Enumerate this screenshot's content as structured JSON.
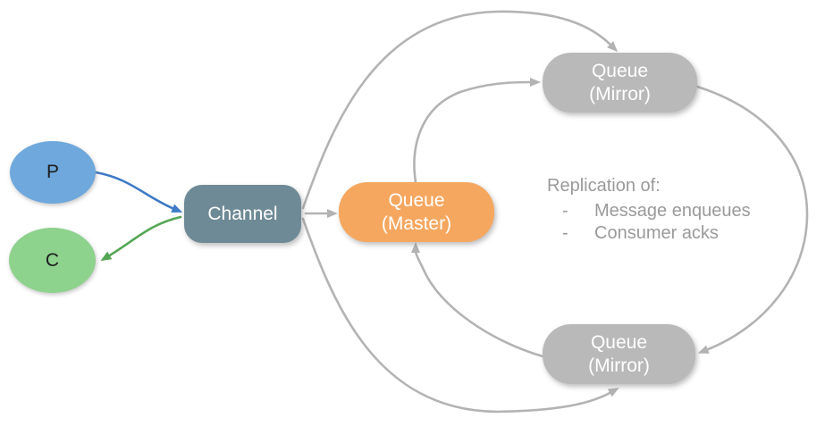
{
  "diagram": {
    "nodes": {
      "producer": {
        "label": "P"
      },
      "consumer": {
        "label": "C"
      },
      "channel": {
        "label": "Channel"
      },
      "queue_master": {
        "line1": "Queue",
        "line2": "(Master)"
      },
      "queue_mirror_top": {
        "line1": "Queue",
        "line2": "(Mirror)"
      },
      "queue_mirror_bottom": {
        "line1": "Queue",
        "line2": "(Mirror)"
      }
    },
    "annotation": {
      "title": "Replication of:",
      "bullet": "-",
      "items": [
        "Message enqueues",
        "Consumer acks"
      ]
    },
    "colors": {
      "background": "#ffffff",
      "producer_fill": "#6fa8dc",
      "consumer_fill": "#8dd28d",
      "channel_fill": "#6e8a96",
      "master_fill": "#f6a75f",
      "mirror_fill": "#b9b9b9",
      "node_text_light": "#ffffff",
      "node_text_dark": "#1c1c1c",
      "arrow_gray": "#b3b3b3",
      "arrow_blue": "#3e7ac6",
      "arrow_green": "#55a655",
      "annotation_text": "#9a9a9a"
    }
  }
}
